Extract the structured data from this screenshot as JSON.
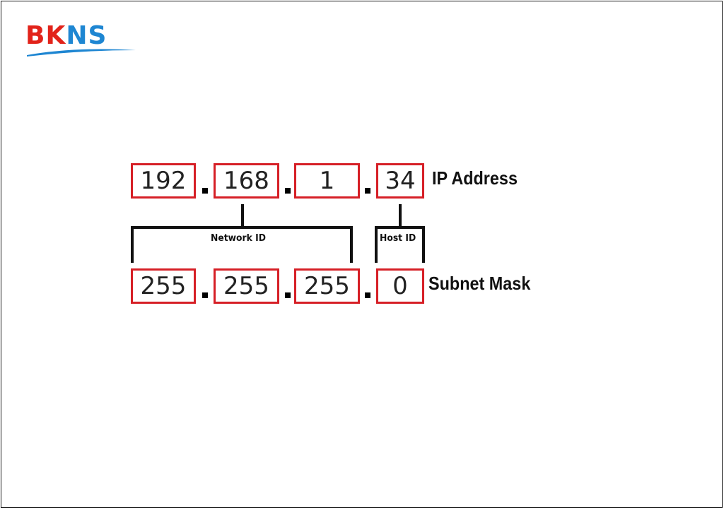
{
  "logo": {
    "part1": "BK",
    "part2": "NS"
  },
  "colors": {
    "box_border": "#d61f26",
    "logo_red": "#e2231a",
    "logo_blue": "#1e86d2"
  },
  "ip_address": {
    "octets": [
      "192",
      "168",
      "1",
      "34"
    ],
    "label": "IP Address"
  },
  "subnet_mask": {
    "octets": [
      "255",
      "255",
      "255",
      "0"
    ],
    "label": "Subnet Mask"
  },
  "network_id": {
    "label": "Network ID"
  },
  "host_id": {
    "label": "Host ID"
  }
}
